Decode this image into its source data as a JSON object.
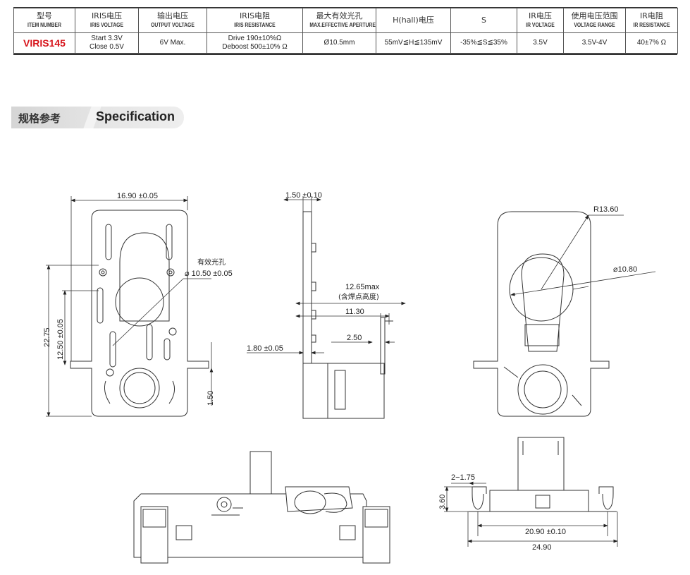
{
  "table": {
    "headers": [
      {
        "zh": "型号",
        "en": "ITEM NUMBER"
      },
      {
        "zh": "IRIS电压",
        "en": "IRIS VOLTAGE"
      },
      {
        "zh": "输出电压",
        "en": "OUTPUT VOLTAGE"
      },
      {
        "zh": "IRIS电阻",
        "en": "IRIS RESISTANCE"
      },
      {
        "zh": "最大有效光孔",
        "en": "MAX.EFFECTIVE APERTURE"
      },
      {
        "zh": "H(hall)电压",
        "en": ""
      },
      {
        "zh": "S",
        "en": ""
      },
      {
        "zh": "IR电压",
        "en": "IR VOLTAGE"
      },
      {
        "zh": "使用电压范围",
        "en": "VOLTAGE RANGE"
      },
      {
        "zh": "IR电阻",
        "en": "IR RESISTANCE"
      }
    ],
    "row": {
      "item_number": "VIRIS145",
      "iris_voltage_line1": "Start 3.3V",
      "iris_voltage_line2": "Close 0.5V",
      "output_voltage": "6V Max.",
      "iris_resistance_line1": "Drive 190±10%Ω",
      "iris_resistance_line2": "Deboost 500±10% Ω",
      "max_aperture": "Ø10.5mm",
      "hall_voltage": "55mV≦H≦135mV",
      "s_value": "-35%≦S≦35%",
      "ir_voltage": "3.5V",
      "voltage_range": "3.5V-4V",
      "ir_resistance": "40±7% Ω"
    }
  },
  "section": {
    "zh": "规格参考",
    "en": "Specification"
  },
  "dims": {
    "front_width": "16.90 ±0.05",
    "aperture_label": "有效光孔",
    "aperture_dia": "⌀ 10.50 ±0.05",
    "front_height_total": "22.75",
    "front_height_sub": "12.50 ±0.05",
    "front_bottom": "1.50",
    "side_thickness": "1.50 ±0.10",
    "side_max": "12.65max",
    "side_max_note": "(含焊点高度)",
    "side_1130": "11.30",
    "side_250": "2.50",
    "side_180": "1.80 ±0.05",
    "rear_radius": "R13.60",
    "rear_dia": "⌀10.80",
    "bottom_hole": "2−1.75",
    "bottom_height": "3.60",
    "bottom_inner": "20.90 ±0.10",
    "bottom_outer": "24.90"
  }
}
